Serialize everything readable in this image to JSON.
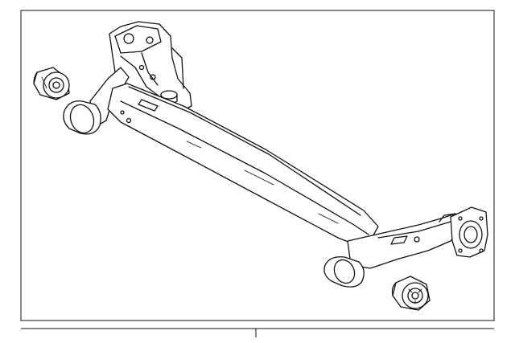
{
  "figure": {
    "description_visible_text": "",
    "parts": [
      {
        "id": "rear-axle-beam",
        "icon": "torsion-beam-axle"
      },
      {
        "id": "bushing-left",
        "icon": "rubber-bushing"
      },
      {
        "id": "bushing-right",
        "icon": "rubber-bushing"
      }
    ],
    "colors": {
      "line": "#111111",
      "background": "#ffffff"
    }
  }
}
